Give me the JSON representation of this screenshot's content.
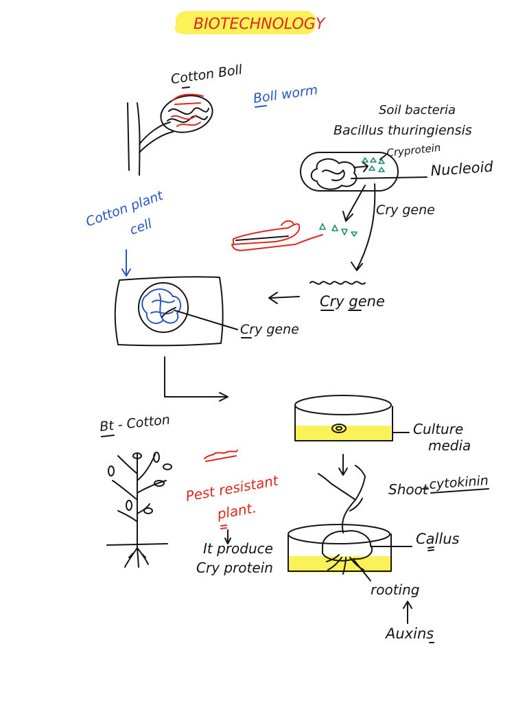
{
  "title": "BIOTECHNOLOGY",
  "labels": {
    "cotton_boll": "Cotton Boll",
    "boll_worm": "Boll worm",
    "soil_bacteria": "Soil bacteria",
    "bacillus": "Bacillus thuringiensis",
    "cryprotein": "Cryprotein",
    "nucleoid": "Nucleoid",
    "cry_gene_small": "Cry gene",
    "cotton_plant_cell_1": "Cotton plant",
    "cotton_plant_cell_2": "cell",
    "cry_gene_mid": "Cry gene",
    "cry_gene_cell": "Cry gene",
    "bt_cotton": "Bt - Cotton",
    "pest_resistant_1": "Pest resistant",
    "pest_resistant_2": "plant.",
    "it_produce_1": "It produce",
    "it_produce_2": "Cry protein",
    "culture_media_1": "Culture",
    "culture_media_2": "media",
    "shoot": "Shoot",
    "cytokinin": "cytokinin",
    "callus": "Callus",
    "rooting": "rooting",
    "auxins": "Auxins"
  },
  "colors": {
    "ink": "#141414",
    "blue": "#2a55c4",
    "red": "#e2261d",
    "green": "#1e8c6a",
    "highlight": "#fbf25a"
  }
}
